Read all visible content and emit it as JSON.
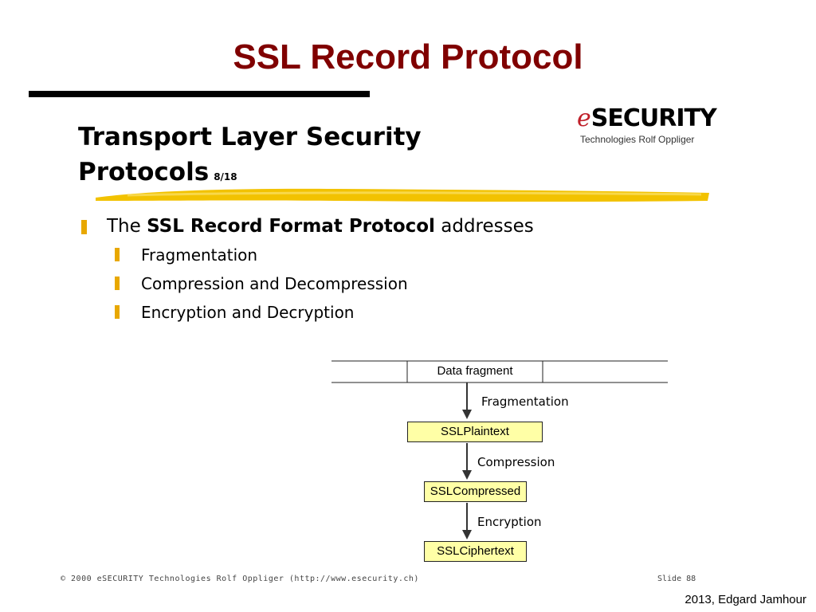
{
  "slide": {
    "title": "SSL Record Protocol",
    "credit": "2013, Edgard Jamhour"
  },
  "embedded": {
    "title_line1": "Transport Layer Security",
    "title_line2": "Protocols",
    "slide_number": "8/18",
    "logo": {
      "prefix": "e",
      "name": "SECURITY",
      "tagline": "Technologies Rolf Oppliger"
    },
    "bullet": {
      "pre": "The ",
      "bold": "SSL Record Format Protocol",
      "post": " addresses"
    },
    "subbullets": [
      "Fragmentation",
      "Compression and Decompression",
      "Encryption and Decryption"
    ],
    "diagram": {
      "data_fragment": "Data fragment",
      "steps": [
        "Fragmentation",
        "Compression",
        "Encryption"
      ],
      "boxes": [
        "SSLPlaintext",
        "SSLCompressed",
        "SSLCiphertext"
      ]
    },
    "footer": {
      "copyright": "© 2000 eSECURITY Technologies Rolf Oppliger (http://www.esecurity.ch)",
      "slide": "Slide 88"
    }
  },
  "colors": {
    "title": "#800000",
    "box_fill": "#ffffa6",
    "bullet_marker": "#e8a800",
    "brush": "#f2c200"
  }
}
